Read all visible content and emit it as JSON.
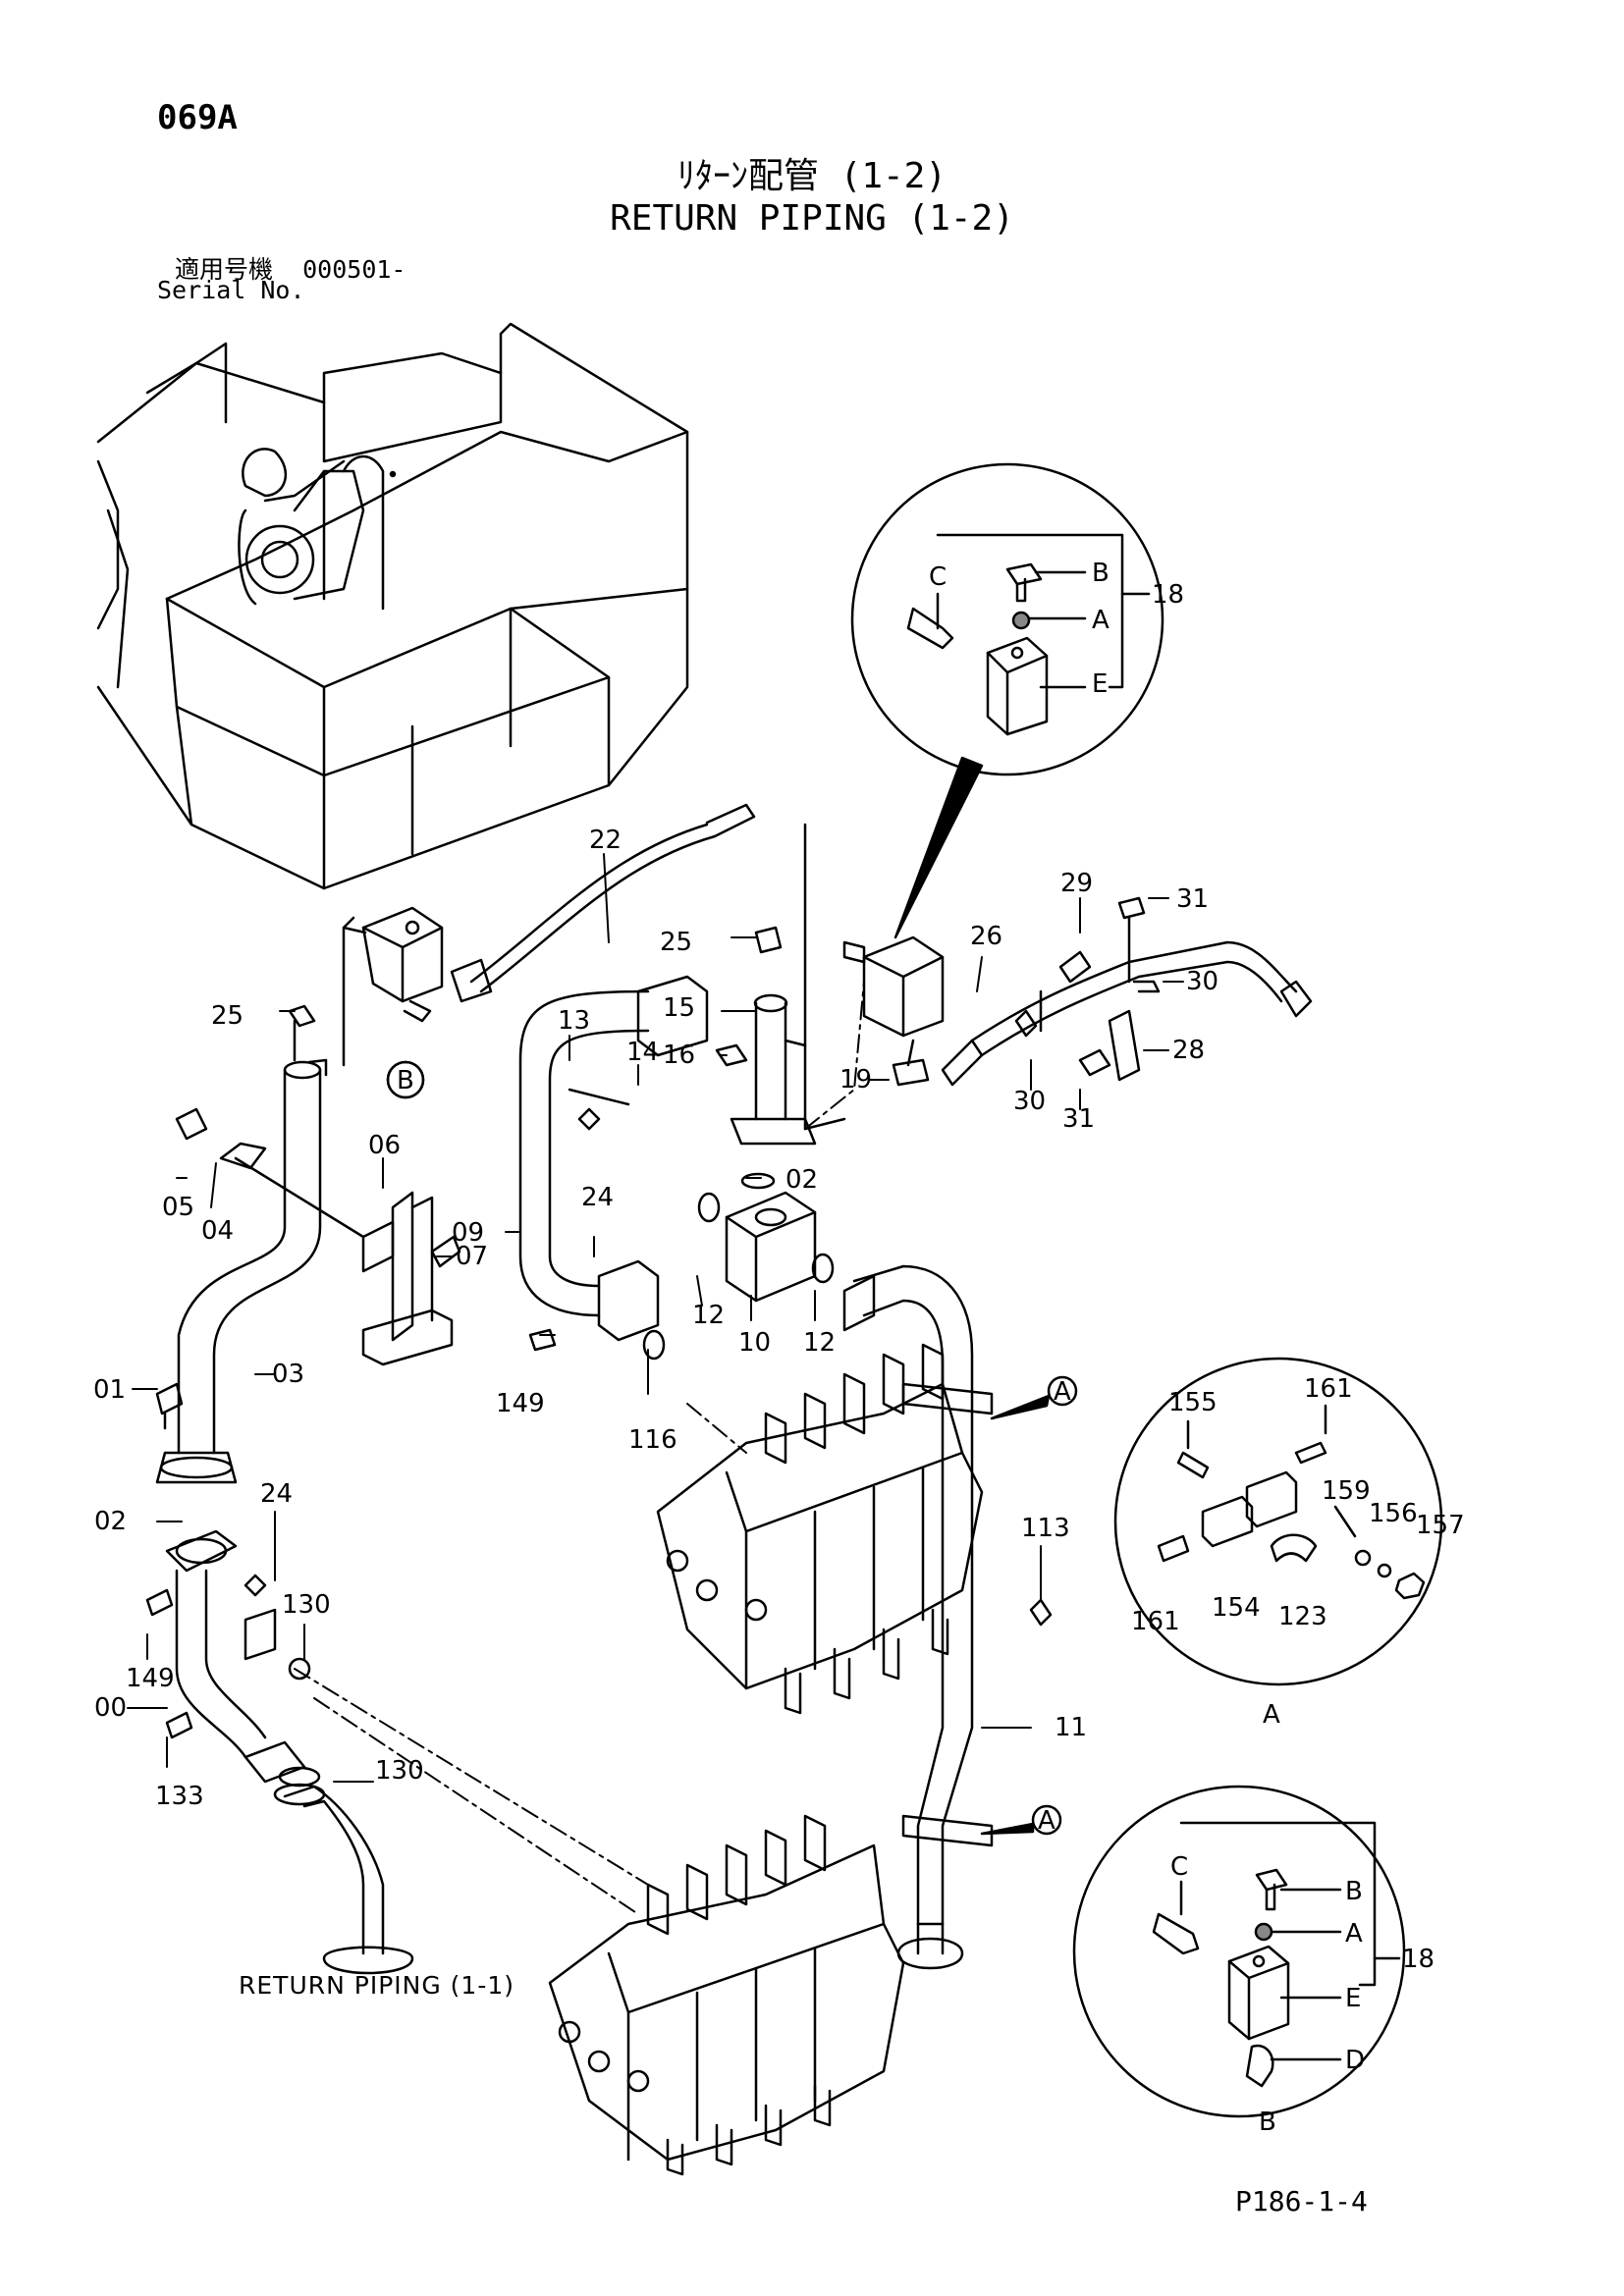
{
  "header": {
    "page_code": "069A",
    "title_jp": "ﾘﾀｰﾝ配管 (1-2)",
    "title_en": "RETURN PIPING (1-2)",
    "serial_label_jp": "適用号機",
    "serial_value": "000501-",
    "serial_label_en": "Serial No."
  },
  "footer": {
    "code": "P186-1-4"
  },
  "references": {
    "previous_page": "RETURN PIPING (1-1)"
  },
  "callouts": [
    {
      "id": "22",
      "label": "22"
    },
    {
      "id": "25a",
      "label": "25"
    },
    {
      "id": "25b",
      "label": "25"
    },
    {
      "id": "15",
      "label": "15"
    },
    {
      "id": "16",
      "label": "16"
    },
    {
      "id": "19",
      "label": "19"
    },
    {
      "id": "26",
      "label": "26"
    },
    {
      "id": "29",
      "label": "29"
    },
    {
      "id": "31a",
      "label": "31"
    },
    {
      "id": "30a",
      "label": "30"
    },
    {
      "id": "28",
      "label": "28"
    },
    {
      "id": "30b",
      "label": "30"
    },
    {
      "id": "31b",
      "label": "31"
    },
    {
      "id": "13",
      "label": "13"
    },
    {
      "id": "14",
      "label": "14"
    },
    {
      "id": "02a",
      "label": "02"
    },
    {
      "id": "06",
      "label": "06"
    },
    {
      "id": "07",
      "label": "07"
    },
    {
      "id": "05",
      "label": "05"
    },
    {
      "id": "04",
      "label": "04"
    },
    {
      "id": "09",
      "label": "09"
    },
    {
      "id": "24a",
      "label": "24"
    },
    {
      "id": "12a",
      "label": "12"
    },
    {
      "id": "10",
      "label": "10"
    },
    {
      "id": "12b",
      "label": "12"
    },
    {
      "id": "149a",
      "label": "149"
    },
    {
      "id": "116",
      "label": "116"
    },
    {
      "id": "01",
      "label": "01"
    },
    {
      "id": "03",
      "label": "03"
    },
    {
      "id": "02b",
      "label": "02"
    },
    {
      "id": "24b",
      "label": "24"
    },
    {
      "id": "149b",
      "label": "149"
    },
    {
      "id": "130a",
      "label": "130"
    },
    {
      "id": "00",
      "label": "00"
    },
    {
      "id": "133",
      "label": "133"
    },
    {
      "id": "130b",
      "label": "130"
    },
    {
      "id": "113",
      "label": "113"
    },
    {
      "id": "11",
      "label": "11"
    }
  ],
  "detail_b_top": {
    "letters": [
      "C",
      "B",
      "A",
      "E"
    ],
    "part": "18"
  },
  "detail_a": {
    "title": "A",
    "labels": [
      "155",
      "161",
      "159",
      "156",
      "157",
      "161",
      "154",
      "123"
    ]
  },
  "detail_b_bottom": {
    "title": "B",
    "letters": [
      "C",
      "B",
      "A",
      "E",
      "D"
    ],
    "part": "18"
  },
  "markers": [
    "A",
    "A",
    "B"
  ]
}
